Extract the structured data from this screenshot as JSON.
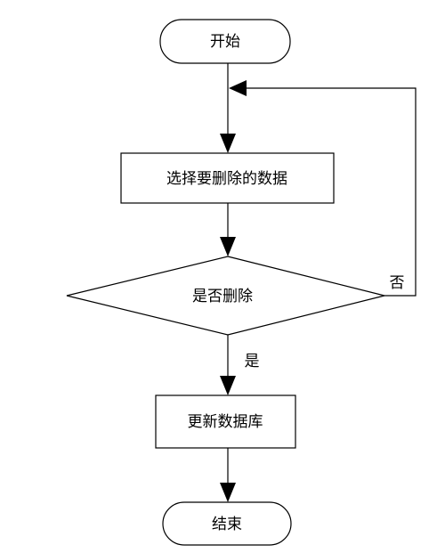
{
  "flowchart": {
    "start": "开始",
    "select": "选择要删除的数据",
    "decision": "是否删除",
    "yes": "是",
    "no": "否",
    "update": "更新数据库",
    "end": "结束"
  }
}
